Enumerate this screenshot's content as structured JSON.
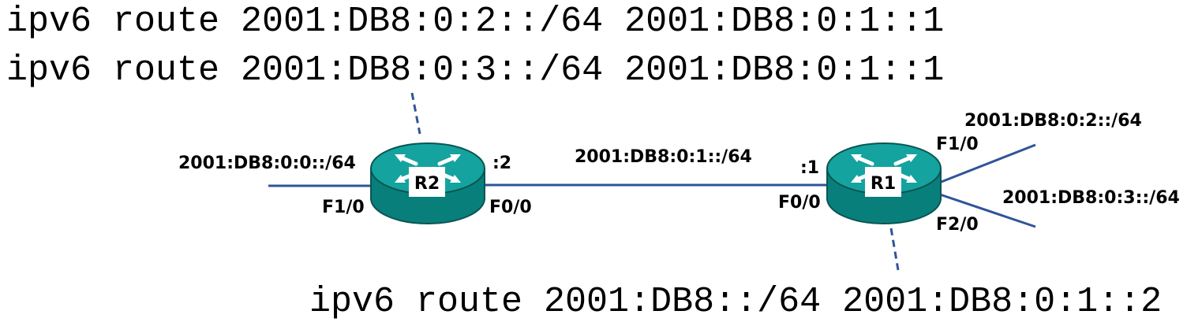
{
  "static_routes": {
    "r2_route_1": "ipv6 route 2001:DB8:0:2::/64 2001:DB8:0:1::1",
    "r2_route_2": "ipv6 route 2001:DB8:0:3::/64 2001:DB8:0:1::1",
    "r1_route": "ipv6 route 2001:DB8::/64 2001:DB8:0:1::2"
  },
  "routers": {
    "r2": {
      "name": "R2",
      "lan_network": "2001:DB8:0:0::/64",
      "lan_interface": "F1/0",
      "wan_interface": "F0/0",
      "wan_host_id": ":2"
    },
    "r1": {
      "name": "R1",
      "wan_interface": "F0/0",
      "wan_host_id": ":1",
      "lan1_interface": "F1/0",
      "lan1_network": "2001:DB8:0:2::/64",
      "lan2_interface": "F2/0",
      "lan2_network": "2001:DB8:0:3::/64"
    }
  },
  "links": {
    "wan_network": "2001:DB8:0:1::/64"
  },
  "colors": {
    "link": "#2f5597",
    "callout": "#2f5597",
    "router_top": "#14a39f",
    "router_body": "#087f7b",
    "router_edge": "#0a5552",
    "router_arrows": "#ffffff"
  }
}
